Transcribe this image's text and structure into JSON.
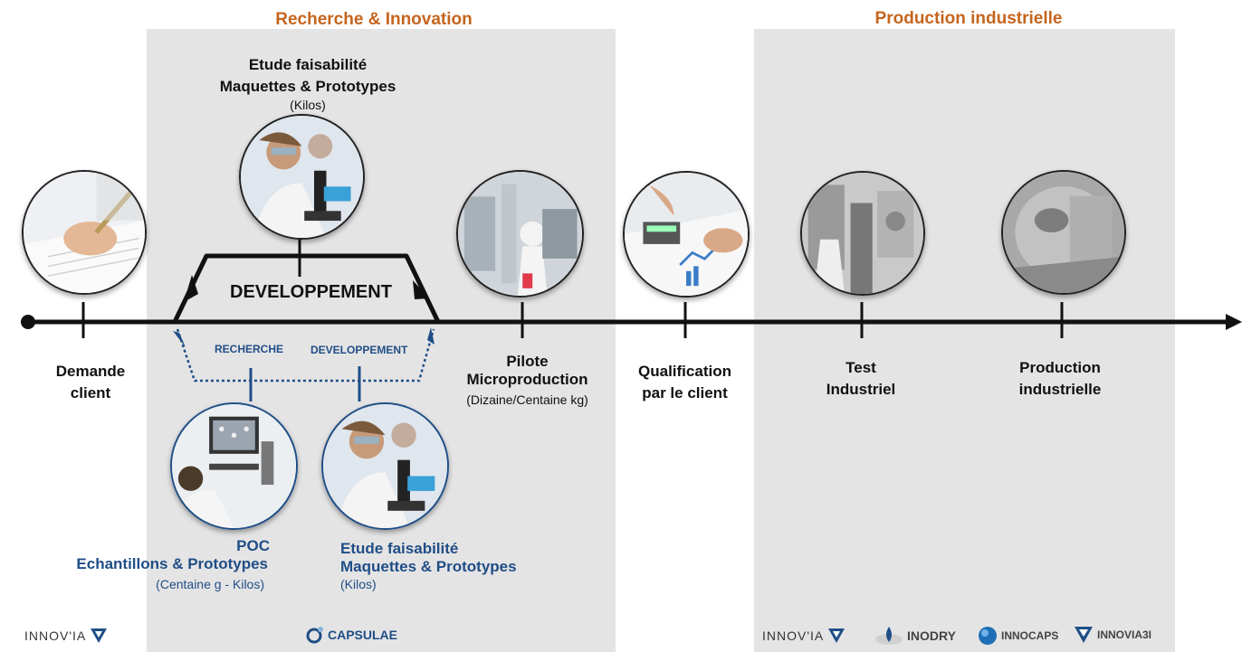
{
  "sections": {
    "rd_title": "Recherche & Innovation",
    "prod_title": "Production industrielle"
  },
  "top_stage": {
    "line1": "Etude faisabilité",
    "line2": "Maquettes & Prototypes",
    "sub": "(Kilos)"
  },
  "developpement_label": "DEVELOPPEMENT",
  "lower_branch": {
    "recherche_label": "RECHERCHE",
    "developpement_label": "DEVELOPPEMENT"
  },
  "milestones": {
    "demande": {
      "line1": "Demande",
      "line2": "client"
    },
    "pilote": {
      "line1": "Pilote",
      "line2": "Microproduction",
      "sub": "(Dizaine/Centaine kg)"
    },
    "qualification": {
      "line1": "Qualification",
      "line2": "par le client"
    },
    "test": {
      "line1": "Test",
      "line2": "Industriel"
    },
    "production": {
      "line1": "Production",
      "line2": "industrielle"
    }
  },
  "poc": {
    "line1": "POC",
    "line2": "Echantillons & Prototypes",
    "sub": "(Centaine g - Kilos)"
  },
  "etude_lower": {
    "line1": "Etude faisabilité",
    "line2": "Maquettes & Prototypes",
    "sub": "(Kilos)"
  },
  "logos": {
    "innovia_left": "INNOV'IA",
    "capsulae": "CAPSULAE",
    "innovia_right": "INNOV'IA",
    "inodry": "INODRY",
    "innocaps": "INNOCAPS",
    "innovia3i": "INNOVIA3I"
  },
  "colors": {
    "section_title": "#c5651e",
    "panel": "#e5e4e5",
    "blue": "#1f4e86",
    "line": "#111111"
  }
}
